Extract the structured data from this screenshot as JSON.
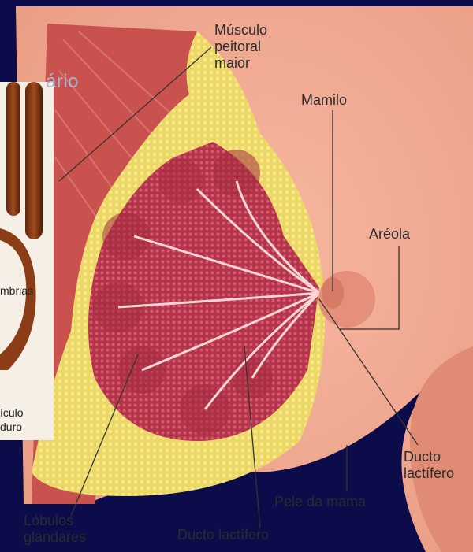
{
  "slide": {
    "title_fragment": "ário"
  },
  "labels": {
    "pectoral": "Músculo\npeitoral\nmaior",
    "nipple": "Mamilo",
    "areola": "Aréola",
    "duct_right": "Ducto\nlactífero",
    "skin": "Pele da mama",
    "lobules": "Lóbulos\nglandares",
    "duct_bottom": "Ducto lactífero"
  },
  "inset": {
    "fimbrias": "mbrias",
    "follicle": "ículo\nduro"
  },
  "colors": {
    "background": "#0c0c4a",
    "skin": "#f2a68e",
    "muscle": "#c9524f",
    "fat": "#e8d55c",
    "lobule": "#b83a48",
    "inset_bg": "#f6efe6",
    "tube": "#8a3d17"
  }
}
